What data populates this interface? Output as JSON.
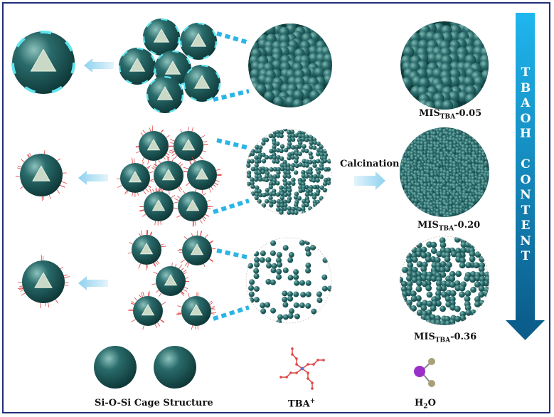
{
  "samples": [
    {
      "prefix": "MIS",
      "subscript": "TBA",
      "suffix": "-0.05"
    },
    {
      "prefix": "MIS",
      "subscript": "TBA",
      "suffix": "-0.20"
    },
    {
      "prefix": "MIS",
      "subscript": "TBA",
      "suffix": "-0.36"
    }
  ],
  "process_label": "Calcination",
  "gradient_arrow": {
    "word1": "TBAOH",
    "word2": "CONTENT",
    "color_top": "#1fb6ee",
    "color_bottom": "#0b5e8c"
  },
  "legend": {
    "cage": "Si-O-Si Cage Structure",
    "tba_prefix": "TBA",
    "tba_sup": "+",
    "water_prefix": "H",
    "water_sub": "2",
    "water_suffix": "O"
  },
  "colors": {
    "sphere": "#2a6b6b",
    "sphere_dark": "#103c3c",
    "sphere_highlight": "#9fc9c4",
    "link_dash": "#2bb4e6",
    "cage_edge": "#5fe4ee",
    "triangle": "#c9d9c6",
    "arrow_light": "#a9dcf2",
    "tba_node": "#e04444",
    "water_o": "#9b30c8",
    "water_h": "#a8a078"
  }
}
